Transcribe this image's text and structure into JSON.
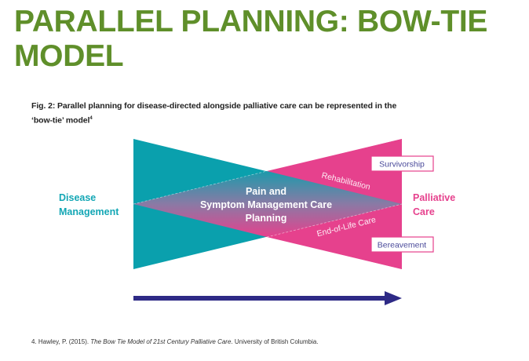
{
  "slide": {
    "title_line1": "PARALLEL PLANNING: BOW-TIE",
    "title_line2": "MODEL"
  },
  "figure": {
    "caption": "Fig. 2: Parallel planning for disease-directed alongside palliative care can be represented in the",
    "caption_line2": "‘bow-tie’ model",
    "caption_ref": "4",
    "left_label_line1": "Disease",
    "left_label_line2": "Management",
    "right_label_line1": "Palliative",
    "right_label_line2": "Care",
    "center_line1": "Pain and",
    "center_line2": "Symptom Management Care",
    "center_line3": "Planning",
    "upper_band_label": "Rehabilitation",
    "lower_band_label": "End-of-Life Care",
    "box_top": "Survivorship",
    "box_bottom": "Bereavement",
    "arrow_icon": "right-arrow",
    "colors": {
      "teal": "#0aa0ad",
      "pink": "#e6418d",
      "title_green": "#5f8f2a",
      "arrow_navy": "#2e2a86",
      "box_text": "#4a4a9a"
    }
  },
  "footnote": {
    "prefix": "4. Hawley, P. (2015). ",
    "italic": "The Bow Tie Model of 21st Century Palliative Care",
    "suffix": ". University of British Columbia."
  }
}
